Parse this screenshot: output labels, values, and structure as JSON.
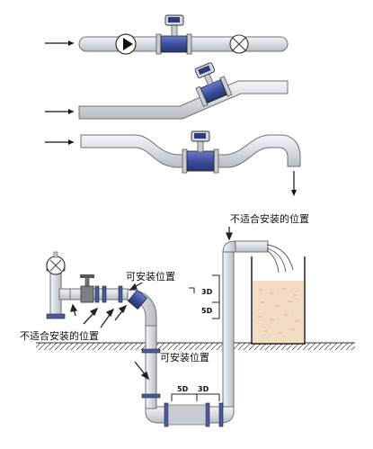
{
  "labels": {
    "unsuitable_top": "不适合安装的位置",
    "unsuitable_left": "不适合安装的位置",
    "suitable_upper": "可安装位置",
    "suitable_lower": "可安装位置"
  },
  "dimensions": {
    "top_3d": "3D",
    "top_5d": "5D",
    "bottom_5d": "5D",
    "bottom_3d": "3D"
  },
  "colors": {
    "pipe": "#dfe2e6",
    "pipe_edge": "#6e7176",
    "meter_body": "#3d4f9e",
    "tank_water": "#f2dcc4"
  }
}
